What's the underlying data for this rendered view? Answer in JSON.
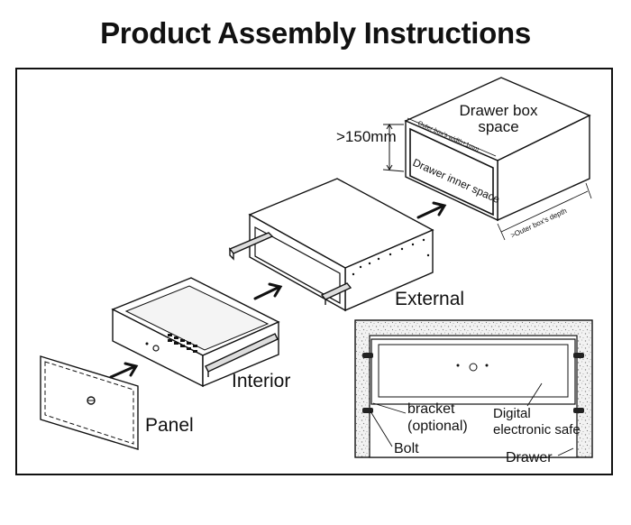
{
  "title": "Product Assembly Instructions",
  "labels": {
    "drawer_box_line1": "Drawer box",
    "drawer_box_line2": "space",
    "outer_width": "Outer box's width+1mm",
    "drawer_inner": "Drawer inner space",
    "outer_depth": ">Outer box's depth",
    "height_min": ">150mm",
    "external": "External",
    "interior": "Interior",
    "panel": "Panel",
    "bracket_line1": "bracket",
    "bracket_line2": "(optional)",
    "bolt": "Bolt",
    "digital_line1": "Digital",
    "digital_line2": "electronic safe",
    "drawer": "Drawer"
  }
}
